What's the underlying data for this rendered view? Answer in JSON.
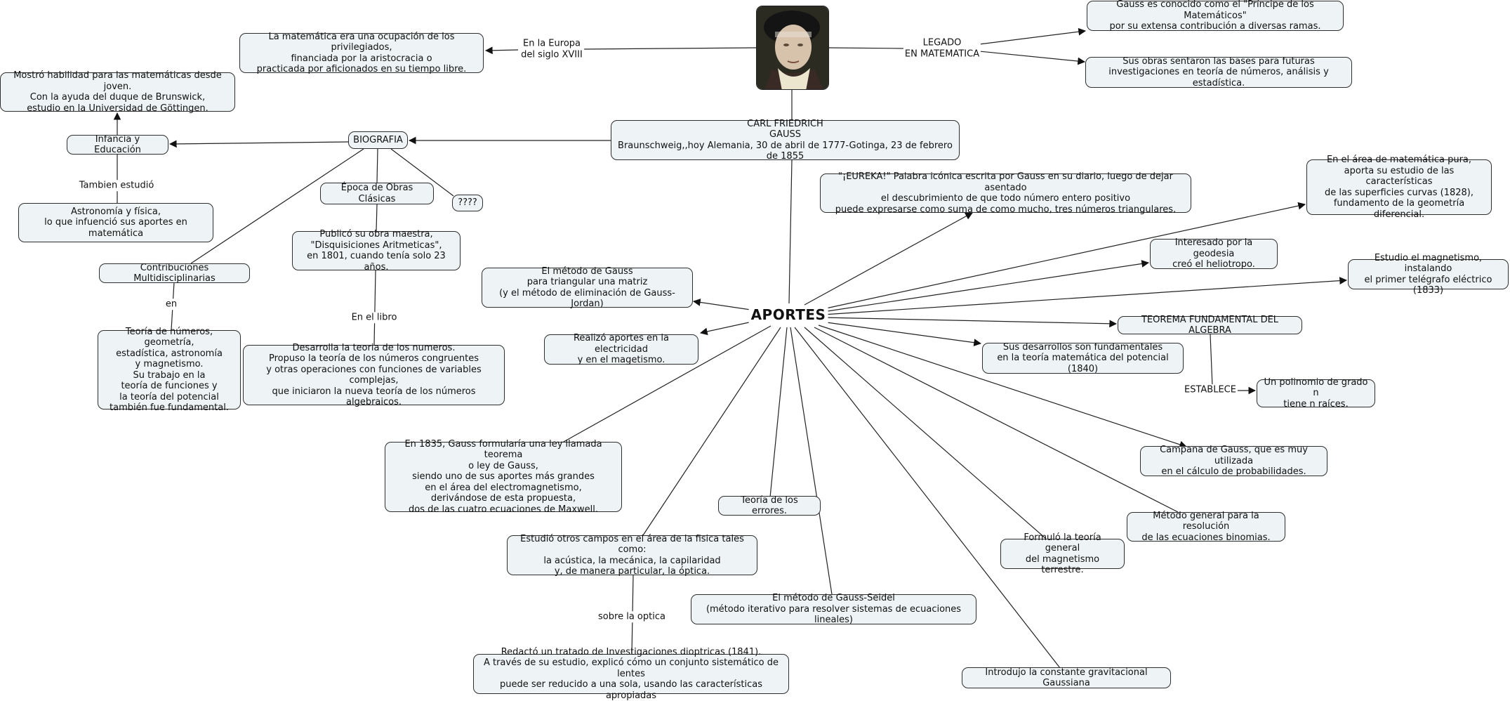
{
  "map": {
    "center_title": "APORTES",
    "portrait": {
      "alt": "Retrato de Carl Friedrich Gauss",
      "icon": "portrait-photo"
    },
    "colors": {
      "node_fill": "#eef3f5",
      "node_border": "#2e2e2e",
      "line": "#222222",
      "background": "#ffffff"
    },
    "nodes": {
      "gauss": "CARL FRIEDRICH\nGAUSS\nBraunschweig,,hoy Alemania, 30 de abril de 1777-Gotinga, 23 de febrero de 1855",
      "europa": "La matemática era una ocupación de los privilegiados,\nfinanciada por la aristocracia o\npracticada por aficionados en su tiempo libre.",
      "principe": "Gauss es conocido como el \"Príncipe de los Matemáticos\"\npor su extensa contribución a diversas ramas.",
      "obras_bases": "Sus obras sentaron las bases para futuras\ninvestigaciones en teoría de números, análisis y estadística.",
      "biografia": "BIOGRAFIA",
      "infancia": "Infancia y Educación",
      "mostro": "Mostró habilidad para las matemáticas desde joven.\nCon la ayuda del duque de Brunswick,\nestudio  en la Universidad de Göttingen.",
      "astronomia": "Astronomía y física,\nlo que infuenció sus aportes en matemática",
      "epoca": "Época de Obras Clásicas",
      "interrogacion": "????",
      "publico": "Publicó su obra maestra,\n\"Disquisiciones Aritmeticas\",\nen 1801, cuando tenía solo 23 años.",
      "contribuciones": "Contribuciones Multidisciplinarias",
      "teoria_numeros": "Teoría de números, geometría,\nestadística, astronomía\ny magnetismo.\nSu trabajo en la\nteoría de funciones y\nla teoría del potencial\ntambién fue fundamental.",
      "desarrolla": "Desarrolla la teoria de los numeros.\nPropuso la teoría de los números congruentes\ny otras operaciones con funciones de variables complejas,\nque iniciaron la nueva teoría de los números algebraicos.",
      "metodo_gauss": "El método de Gauss\npara triangular una matriz\n(y el método de eliminación de Gauss-Jordan)",
      "electricidad": "Realizó aportes en la electricidad\ny en el magetismo.",
      "eureka": "\"¡EUREKA!\" Palabra icónica escrita por Gauss en su diario, luego de dejar asentado\nel descubrimiento de que todo número entero positivo\npuede expresarse como suma de como mucho, tres números triangulares.",
      "matematica_pura": "En el área de matemática pura,\naporta su estudio de las características\nde las superficies curvas (1828),\nfundamento de la geometría diferencial.",
      "geodesia": "Interesado por la geodesia\ncreó el heliotropo.",
      "magnetismo_telegrafo": "Estudio el magnetismo, instalando\nel primer telégrafo eléctrico (1833)",
      "teorema": "TEOREMA FUNDAMENTAL DEL ALGEBRA",
      "potencial": "Sus desarrollos son fundamentales\nen la teoría matemática del potencial (1840)",
      "polinomio": "Un polinomio de grado n\ntiene n raíces.",
      "campana": "Campana de Gauss, que es muy utilizada\nen el cálculo de probabilidades.",
      "ley_gauss": "En 1835, Gauss formularía una ley llamada teorema\no ley de Gauss,\nsiendo uno de sus aportes más grandes\nen el área del electromagnetismo,\nderivándose de esta propuesta,\ndos de las cuatro ecuaciones de Maxwell.",
      "errores": "Teoría de los errores.",
      "binomias": "Método general para la resolución\nde las ecuaciones binomias.",
      "fisica": "Estudió otros campos en el área de la fisica tales como:\nla acústica, la mecánica, la capilaridad\ny, de manera particular, la óptica.",
      "terrestre": "Formuló la teoría general\ndel magnetismo terrestre.",
      "seidel": "El método de Gauss-Seidel\n(método iterativo para resolver sistemas de ecuaciones lineales)",
      "dioptricas": "Redactó un tratado de Investigaciones dioptricas (1841).\nA través de su estudio, explicó cómo un conjunto sistemático de lentes\npuede ser reducido a una sola, usando las características apropiadas",
      "gravitacional": "Introdujo la constante gravitacional Gaussiana"
    },
    "link_labels": {
      "europa": "En la Europa\ndel siglo XVIII",
      "legado": "LEGADO\nEN MATEMATICA",
      "tambien": "Tambien estudió",
      "en": "en",
      "en_libro": "En el libro",
      "establece": "ESTABLECE",
      "optica": "sobre la optica"
    }
  }
}
